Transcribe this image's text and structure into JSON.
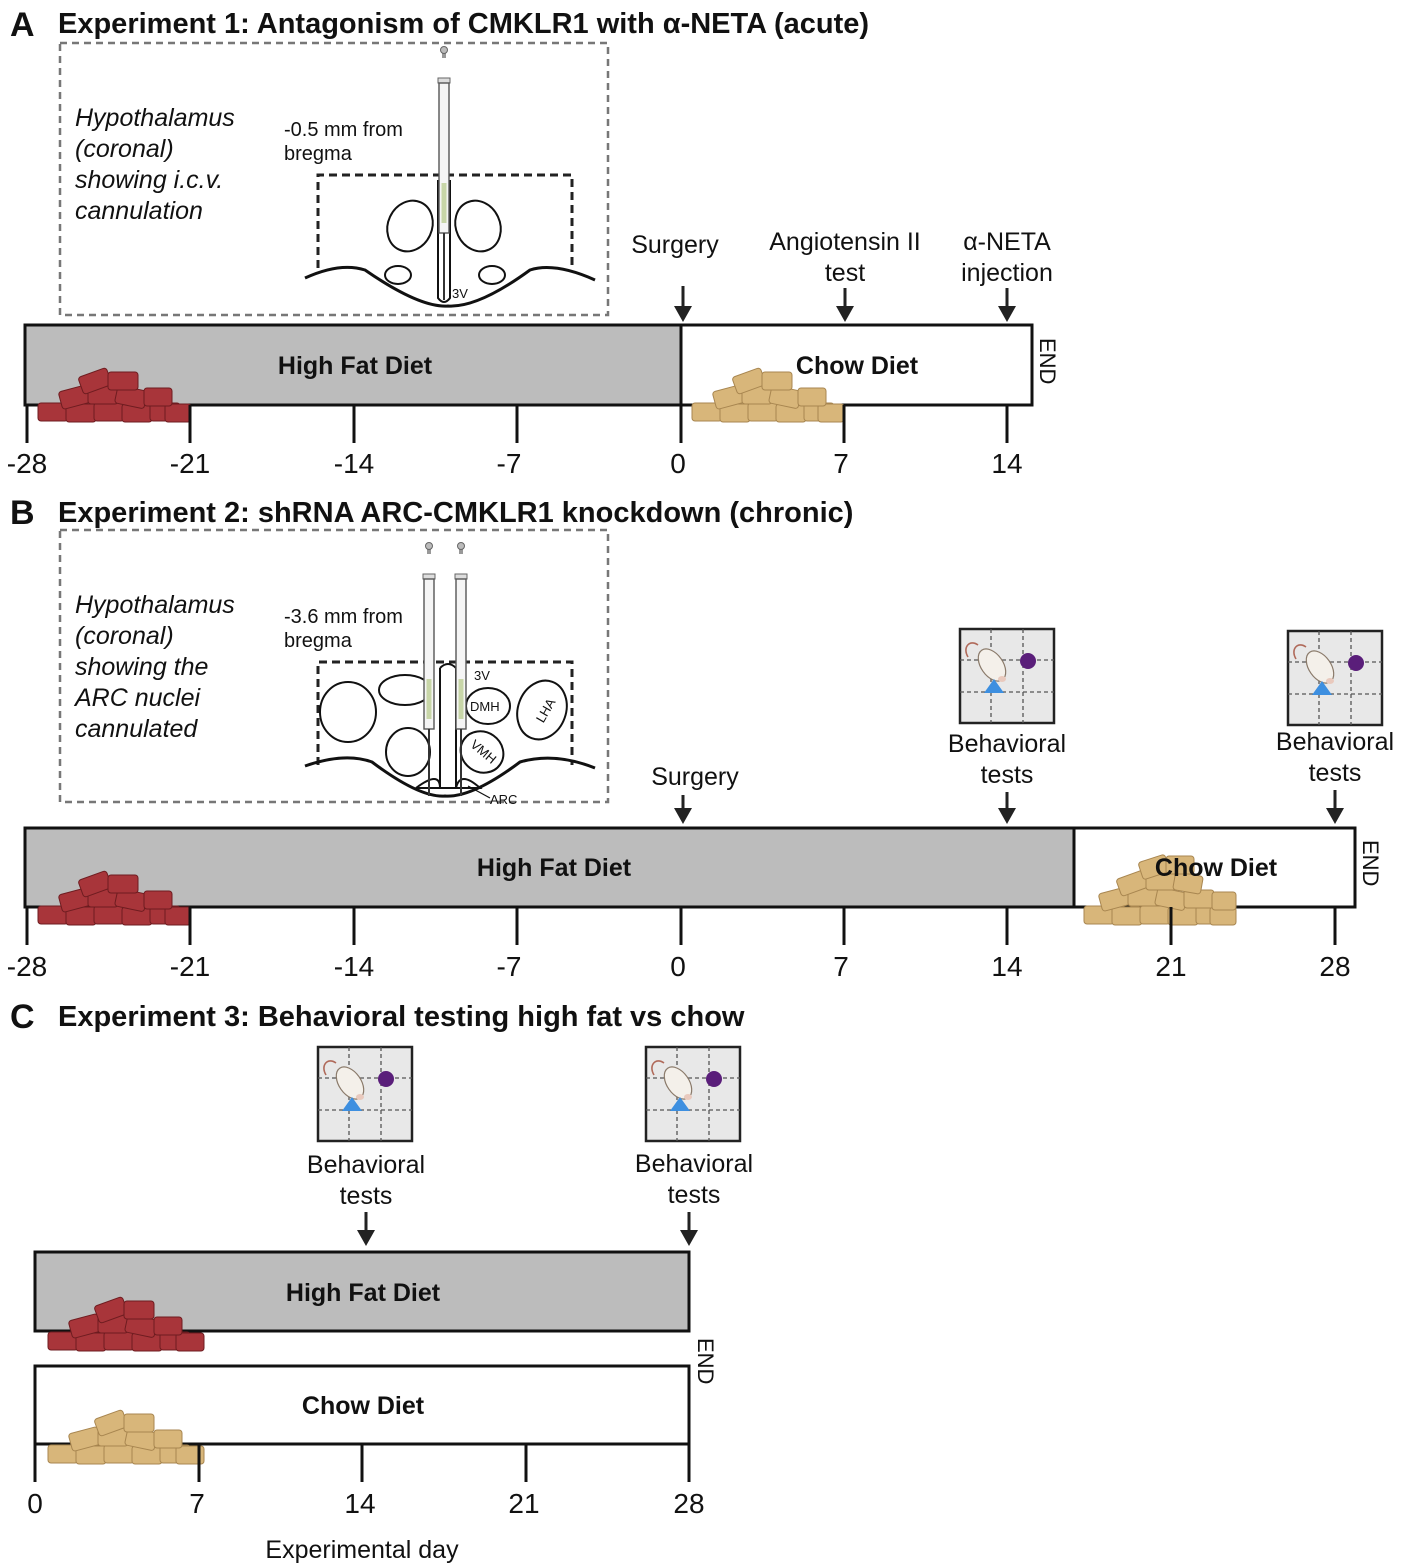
{
  "colors": {
    "high_fat_bar": "#bcbcbc",
    "chow_bar": "#ffffff",
    "high_fat_pellets": "#a8353a",
    "chow_pellets": "#d8b67a",
    "arena_bg": "#e8e8e8",
    "arena_circle": "#5a1e7a",
    "arena_triangle": "#3d8fe0"
  },
  "panels": {
    "A": {
      "letter": "A",
      "title": "Experiment 1: Antagonism of CMKLR1 with α-NETA (acute)",
      "inset_lines": [
        "Hypothalamus",
        "(coronal)",
        "showing i.c.v.",
        "cannulation"
      ],
      "bregma_lines": [
        "-0.5 mm from",
        "bregma"
      ],
      "region_3v": "3V",
      "events": [
        {
          "lines": [
            "Surgery"
          ],
          "day": 0
        },
        {
          "lines": [
            "Angiotensin II",
            "test"
          ],
          "day": 7
        },
        {
          "lines": [
            "α-NETA",
            "injection"
          ],
          "day": 14
        }
      ],
      "high_fat_label": "High Fat Diet",
      "chow_label": "Chow Diet",
      "end_label": "END",
      "ticks": [
        "-28",
        "-21",
        "-14",
        "-7",
        "0",
        "7",
        "14"
      ]
    },
    "B": {
      "letter": "B",
      "title": "Experiment 2: shRNA ARC-CMKLR1 knockdown (chronic)",
      "inset_lines": [
        "Hypothalamus",
        "(coronal)",
        "showing the",
        "ARC nuclei",
        "cannulated"
      ],
      "bregma_lines": [
        "-3.6 mm from",
        "bregma"
      ],
      "regions": [
        "3V",
        "DMH",
        "LHA",
        "VMH",
        "ARC"
      ],
      "events": [
        {
          "lines": [
            "Surgery"
          ],
          "day": 0
        },
        {
          "lines": [
            "Behavioral",
            "tests"
          ],
          "day": 14
        },
        {
          "lines": [
            "Behavioral",
            "tests"
          ],
          "day": 28
        }
      ],
      "high_fat_label": "High Fat Diet",
      "chow_label": "Chow Diet",
      "end_label": "END",
      "ticks": [
        "-28",
        "-21",
        "-14",
        "-7",
        "0",
        "7",
        "14",
        "21",
        "28"
      ]
    },
    "C": {
      "letter": "C",
      "title": "Experiment 3: Behavioral testing high fat vs chow",
      "events": [
        {
          "lines": [
            "Behavioral",
            "tests"
          ],
          "day": 14
        },
        {
          "lines": [
            "Behavioral",
            "tests"
          ],
          "day": 28
        }
      ],
      "high_fat_label": "High Fat Diet",
      "chow_label": "Chow Diet",
      "end_label": "END",
      "ticks": [
        "0",
        "7",
        "14",
        "21",
        "28"
      ],
      "axis_label": "Experimental day"
    }
  }
}
